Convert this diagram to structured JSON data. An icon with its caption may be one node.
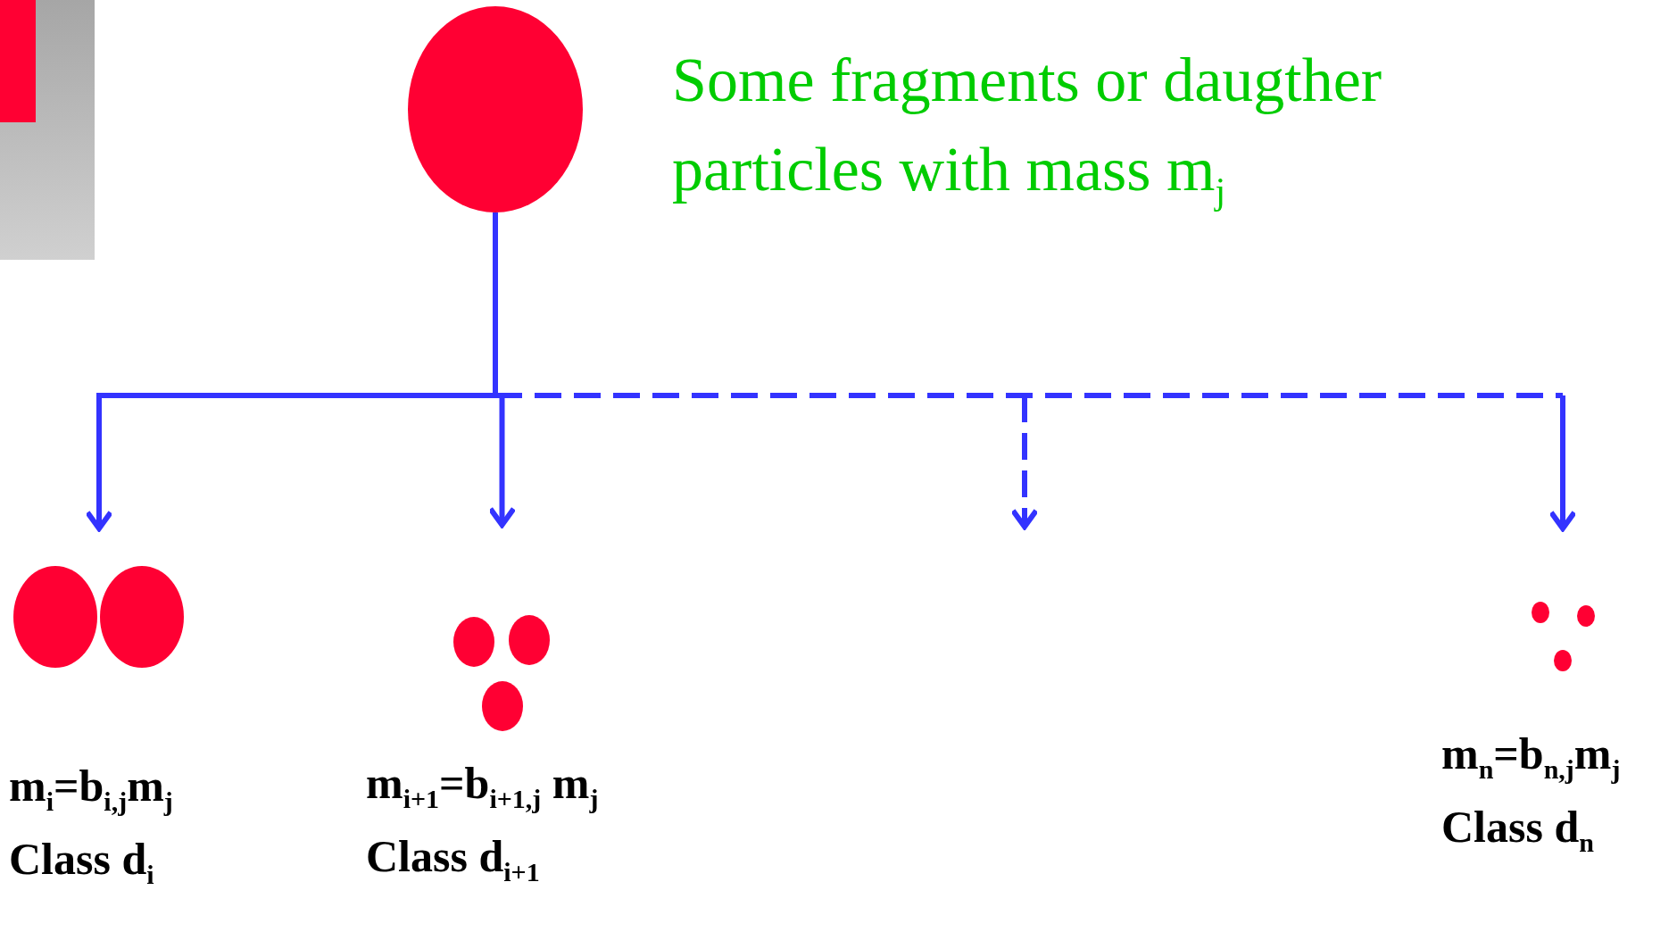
{
  "diagram": {
    "nodes": [
      {
        "text": [],
        "shape": "circle"
      },
      {
        "text": [],
        "shape": "picture",
        "beside": [
          "m$_{i}$=b$_{i,j}$m$_{j}$",
          "Class d$_{i}$"
        ]
      },
      {
        "text": [],
        "shape": "picture",
        "beside": [
          "m$_{i+1}$=b$_{i+1,j}$ m$_{j}$",
          "Class d$_{i+1}$"
        ]
      },
      {
        "text": [],
        "shape": "picture",
        "beside": [
          "m$_{n}$=b$_{n,j}$m$_{j}$",
          "Class d$_{n}$"
        ]
      }
    ],
    "edges": [
      {
        "from": 0,
        "to": 1,
        "arrow": "to"
      },
      {
        "from": 0,
        "to": 2,
        "arrow": "to"
      },
      {
        "from": 0,
        "to": null,
        "arrow": "to",
        "style": "dashed"
      },
      {
        "from": 0,
        "to": 3,
        "arrow": "to",
        "style": "dashed"
      }
    ],
    "labels": [
      "Some fragments or daugther particles with mass m$_{j}$"
    ]
  }
}
